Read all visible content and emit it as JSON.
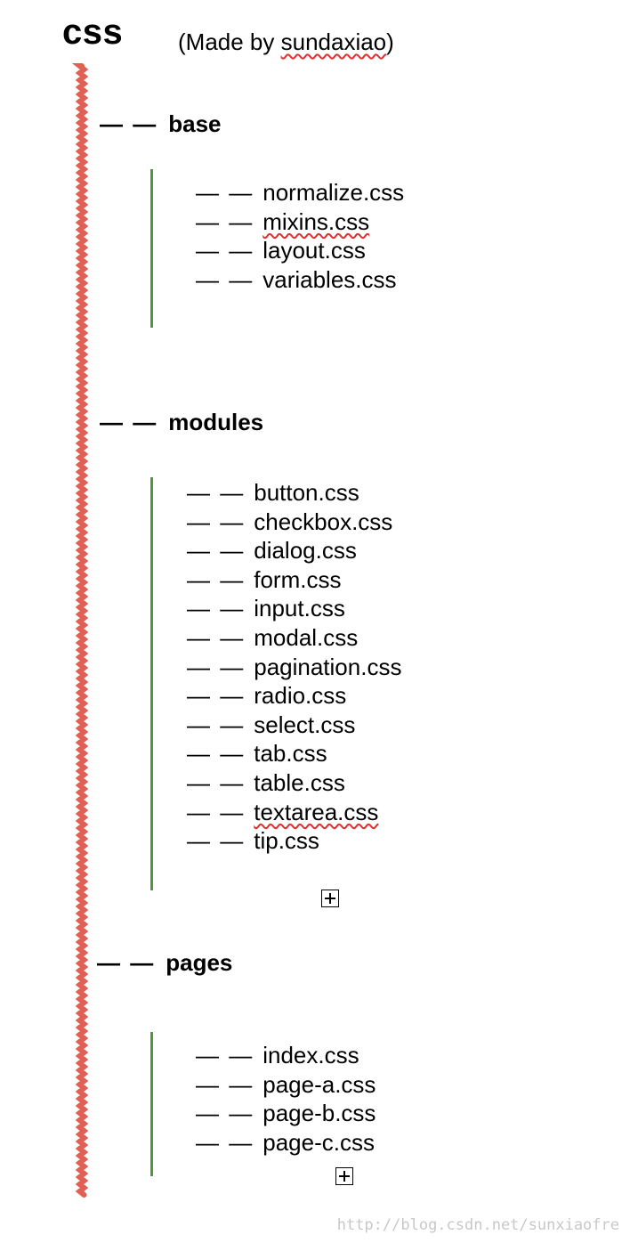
{
  "root": {
    "title": "css",
    "made_by": "(Made by sundaxiao)"
  },
  "folders": [
    {
      "name": "base",
      "files": [
        "normalize.css",
        "mixins.css",
        "layout.css",
        "variables.css"
      ]
    },
    {
      "name": "modules",
      "files": [
        "button.css",
        "checkbox.css",
        "dialog.css",
        "form.css",
        "input.css",
        "modal.css",
        "pagination.css",
        "radio.css",
        "select.css",
        "tab.css",
        "table.css",
        "textarea.css",
        "tip.css"
      ]
    },
    {
      "name": "pages",
      "files": [
        "index.css",
        "page-a.css",
        "page-b.css",
        "page-c.css"
      ]
    }
  ],
  "dash": "— —",
  "colors": {
    "trunk": "#e06055",
    "branch": "#4c9a3c",
    "spellcheck": "#e03030"
  },
  "icons": [
    "expand-plus-icon"
  ],
  "watermark": "http://blog.csdn.net/sunxiaofre"
}
